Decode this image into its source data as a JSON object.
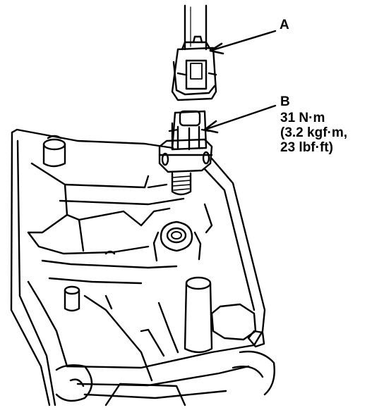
{
  "labels": {
    "a": "A",
    "b": "B",
    "torque_nm": "31 N·m",
    "torque_kgf": "(3.2 kgf·m,",
    "torque_lbf": "23 lbf·ft)"
  },
  "icons": {
    "connector": "wiring-connector-icon",
    "sensor": "pressure-sensor-icon",
    "housing": "engine-housing-drawing"
  },
  "colors": {
    "ink": "#000000",
    "paper": "#ffffff"
  }
}
